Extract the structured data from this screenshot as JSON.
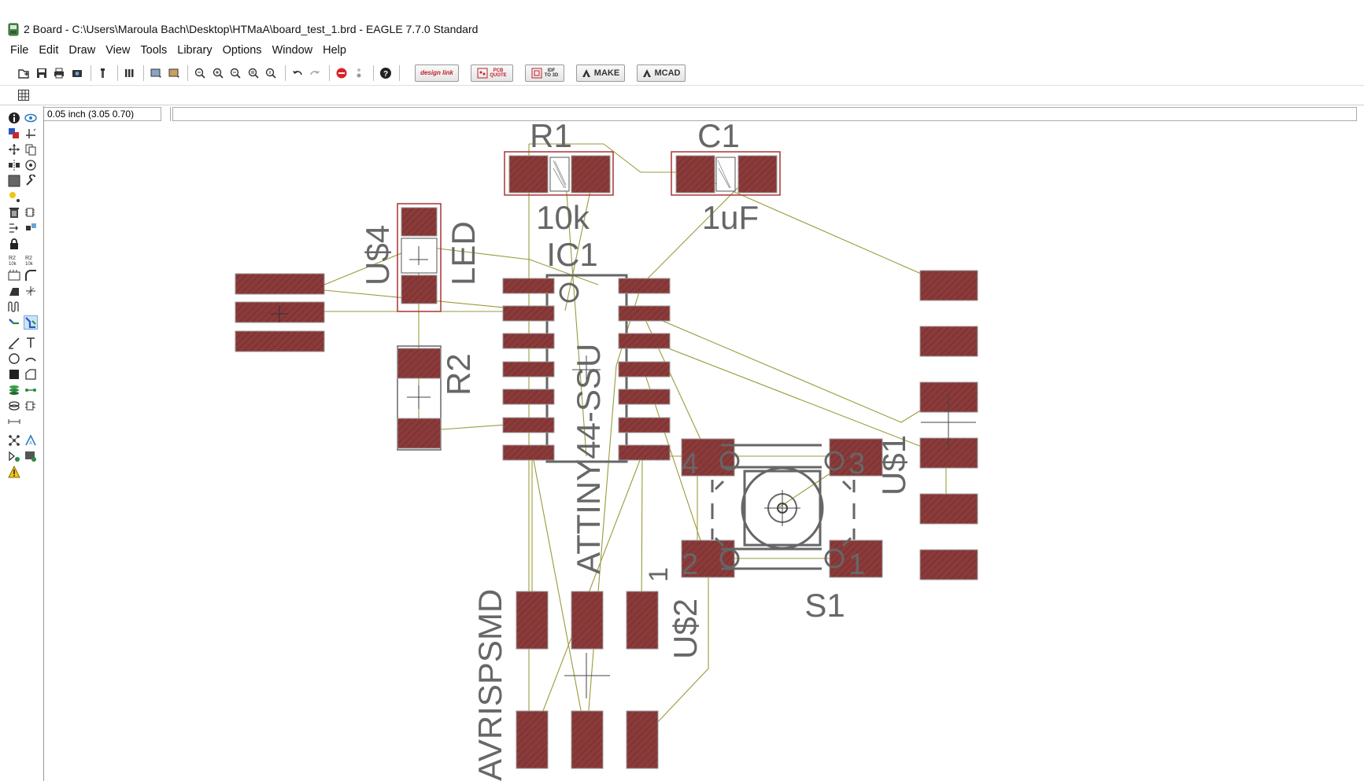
{
  "window": {
    "title": "2 Board - C:\\Users\\Maroula Bach\\Desktop\\HTMaA\\board_test_1.brd - EAGLE 7.7.0 Standard"
  },
  "menu": {
    "items": [
      "File",
      "Edit",
      "Draw",
      "View",
      "Tools",
      "Library",
      "Options",
      "Window",
      "Help"
    ]
  },
  "toolbar": {
    "buttons": [
      "open-icon",
      "save-icon",
      "print-icon",
      "cam-icon",
      "script-icon",
      "ulp-icon",
      "layer-icon",
      "fit-icon",
      "zoom-in-icon",
      "zoom-out-icon",
      "redraw-icon",
      "zoom-select-icon",
      "undo-icon",
      "redo-icon",
      "stop-icon",
      "go-icon",
      "help-icon"
    ],
    "brand": {
      "design_link": "design link",
      "pcb_quote": "PCB QUOTE",
      "idf_to_3d": "IDF TO 3D",
      "make": "MAKE",
      "mcad": "MCAD"
    }
  },
  "coord": {
    "readout": "0.05 inch (3.05 0.70)",
    "command": ""
  },
  "leftbar": {
    "tools": [
      "info",
      "show",
      "display",
      "mark",
      "move",
      "copy",
      "mirror",
      "rotate",
      "group",
      "change",
      "paste",
      "delete",
      "add",
      "replace",
      "lock",
      "name",
      "value",
      "smash",
      "miter",
      "split",
      "optimize",
      "meander",
      "route",
      "ripup",
      "wire",
      "text",
      "circle",
      "arc",
      "rect",
      "polygon",
      "via",
      "signal",
      "hole",
      "attribute",
      "dimension",
      "ratsnest",
      "auto",
      "erc",
      "drc",
      "errors"
    ]
  },
  "components": {
    "R1": {
      "name": "R1",
      "value": "10k"
    },
    "C1": {
      "name": "C1",
      "value": "1uF"
    },
    "LED": {
      "name": "U$4",
      "value": "LED"
    },
    "R2": {
      "name": "R2"
    },
    "IC1": {
      "name": "IC1",
      "value": "ATTINY44-SSU"
    },
    "S1": {
      "name": "S1",
      "pins": [
        "4",
        "3",
        "2",
        "1"
      ]
    },
    "ISP": {
      "name": "U$2",
      "value": "AVRISPSMD",
      "pin1": "1"
    },
    "FTDI": {
      "name": "U$1"
    }
  },
  "colors": {
    "pad": "#8b3a3a",
    "airwire": "#9a9a3c",
    "silkscreen": "#676767",
    "outline": "#aa3333"
  }
}
